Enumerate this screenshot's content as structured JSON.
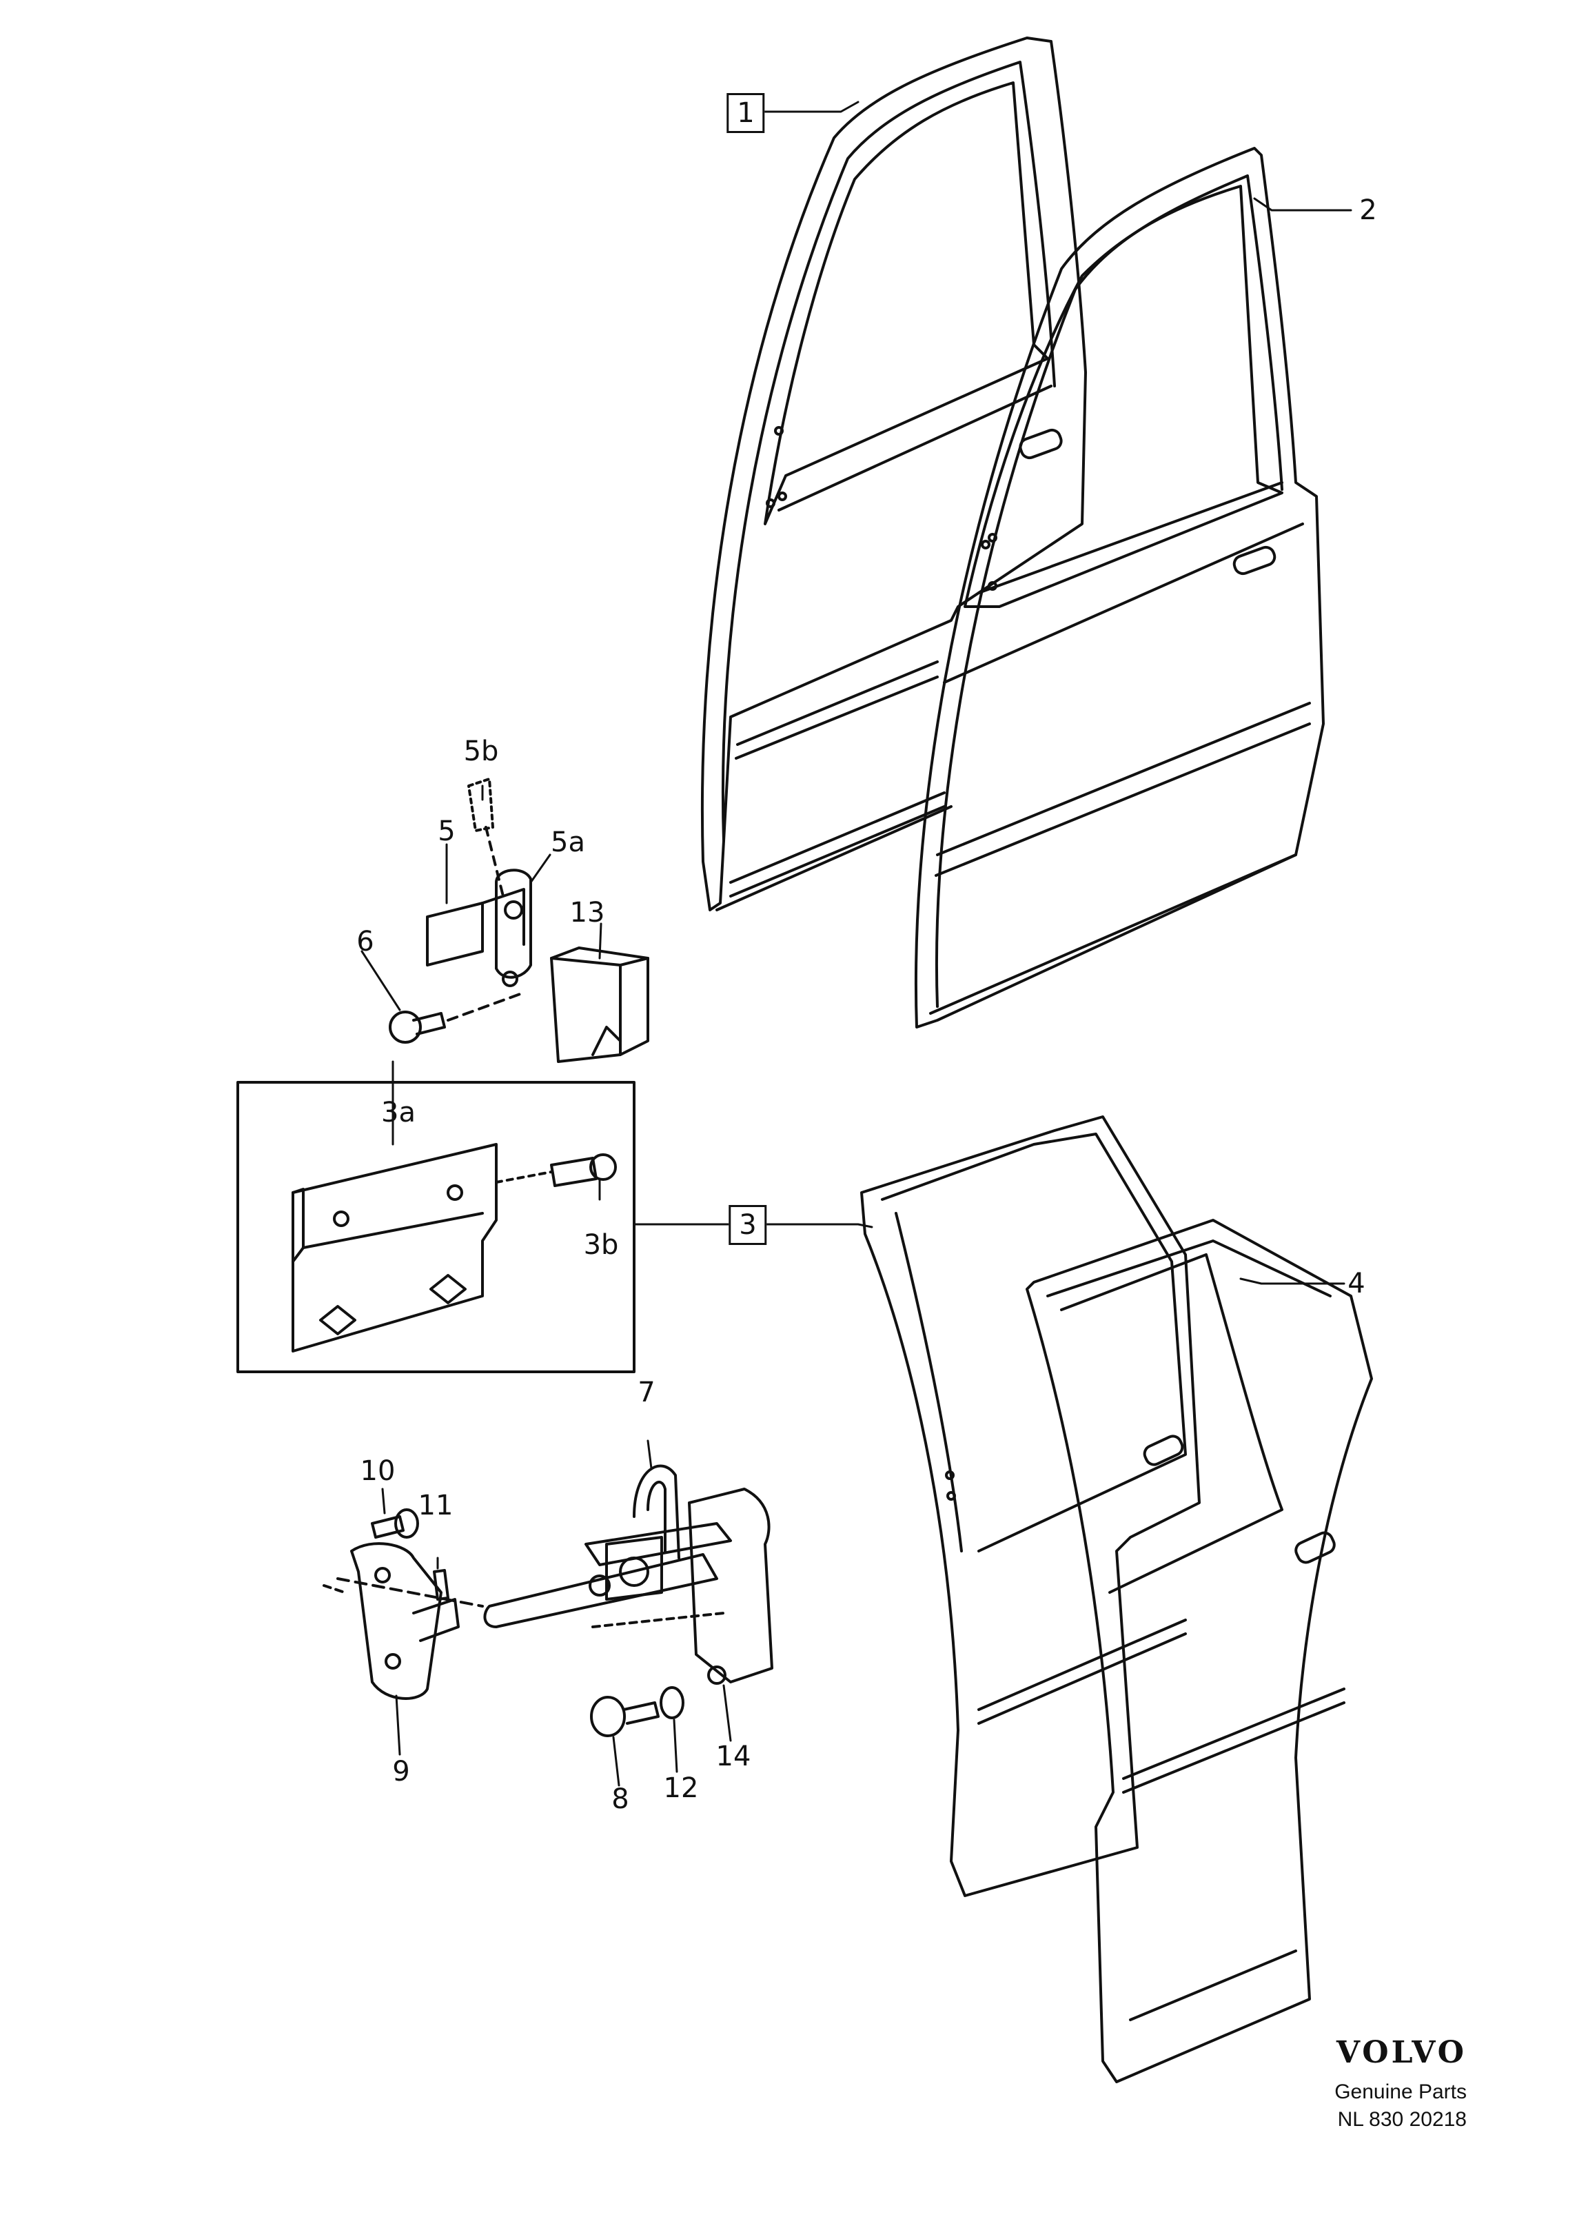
{
  "callouts": {
    "c1": "1",
    "c2": "2",
    "c3": "3",
    "c3a": "3a",
    "c3b": "3b",
    "c4": "4",
    "c5": "5",
    "c5a": "5a",
    "c5b": "5b",
    "c6": "6",
    "c7": "7",
    "c8": "8",
    "c9": "9",
    "c10": "10",
    "c11": "11",
    "c12": "12",
    "c13": "13",
    "c14": "14"
  },
  "footer": {
    "brand": "VOLVO",
    "tagline": "Genuine Parts",
    "reference": "NL 830 20218"
  },
  "colors": {
    "ink": "#111111",
    "paper": "#ffffff"
  }
}
